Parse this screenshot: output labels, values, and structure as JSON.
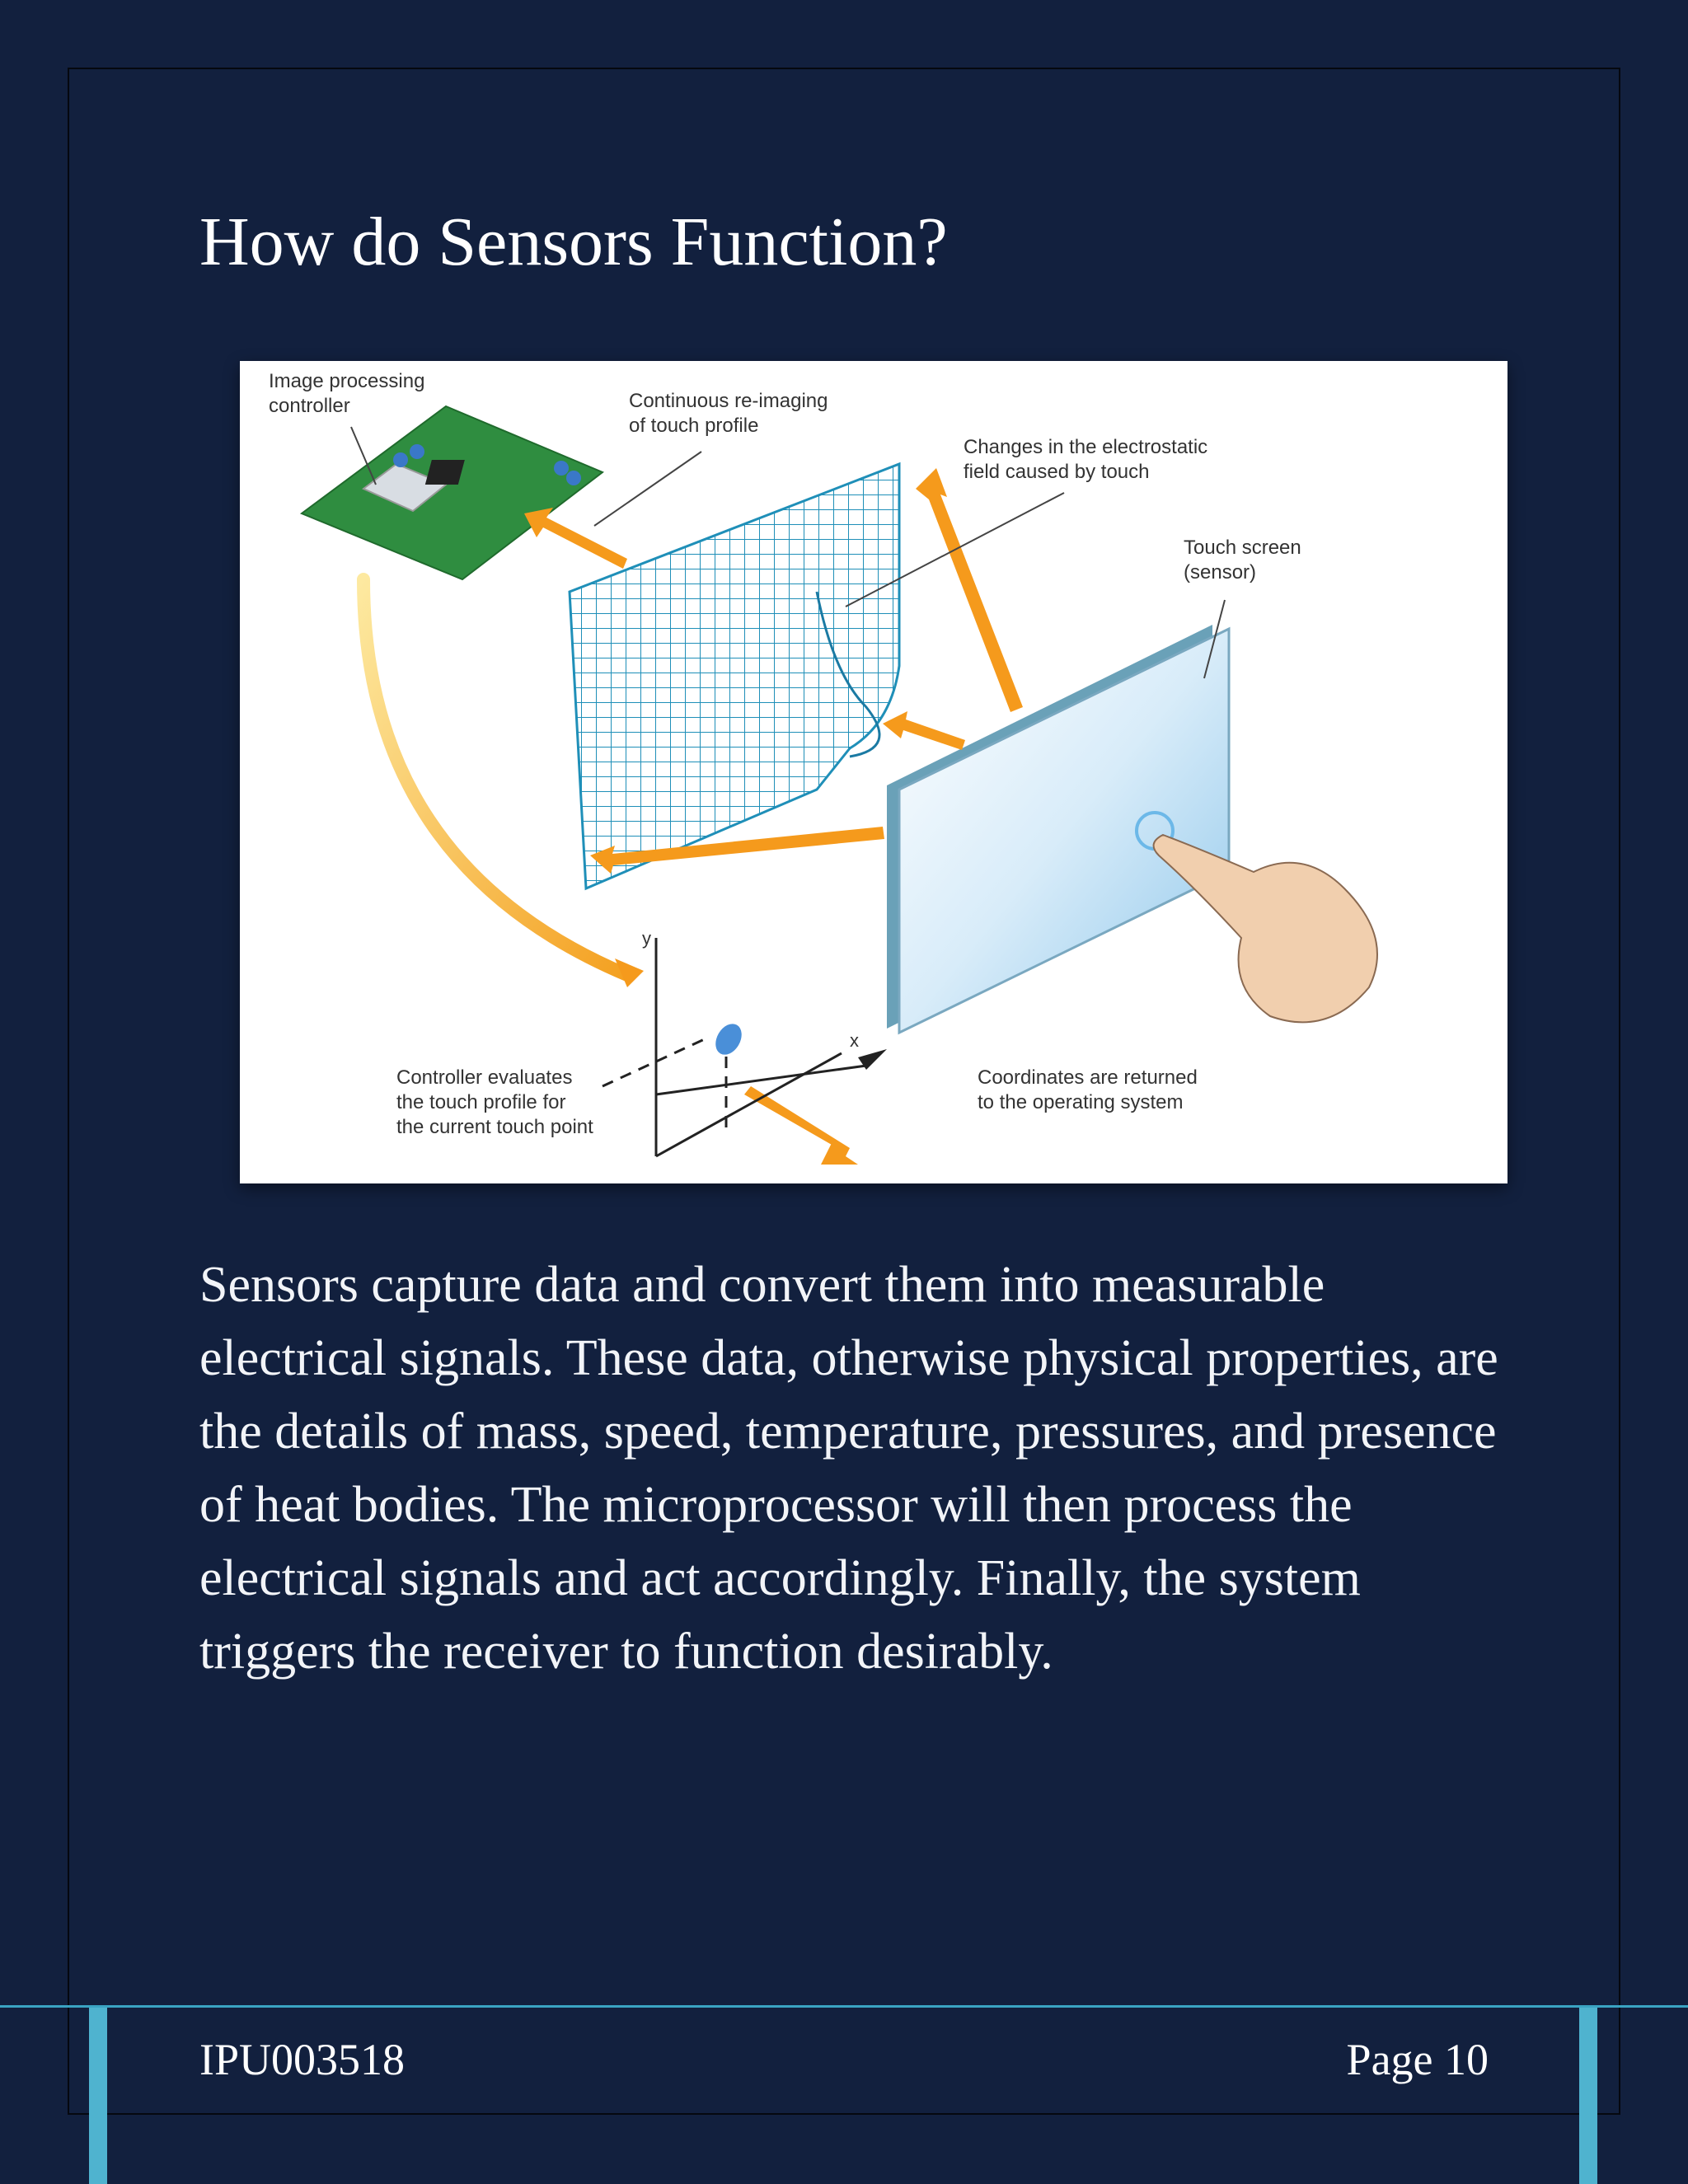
{
  "page": {
    "title": "How do Sensors Function?",
    "body": "Sensors capture data and convert them into measurable electrical signals. These data, otherwise physical properties, are the details of mass, speed, temperature, pressures, and presence of heat bodies. The microprocessor will then process the electrical signals and act accordingly. Finally, the system triggers the receiver to function desirably."
  },
  "figure": {
    "labels": {
      "controller": "Image processing\ncontroller",
      "reimaging": "Continuous re-imaging\nof touch profile",
      "field": "Changes in the electrostatic\nfield caused by touch",
      "screen": "Touch screen\n(sensor)",
      "evaluate": "Controller evaluates\nthe touch profile for\nthe current touch point",
      "coords": "Coordinates are returned\nto the operating system",
      "axis_y": "y",
      "axis_x": "x"
    },
    "colors": {
      "board": "#2e8b3e",
      "grid": "#29a8cf",
      "arrow": "#f59a1c",
      "screen": "#bfe0f5",
      "hand": "#f1cfae"
    }
  },
  "footer": {
    "doc_id": "IPU003518",
    "page": "Page 10"
  }
}
